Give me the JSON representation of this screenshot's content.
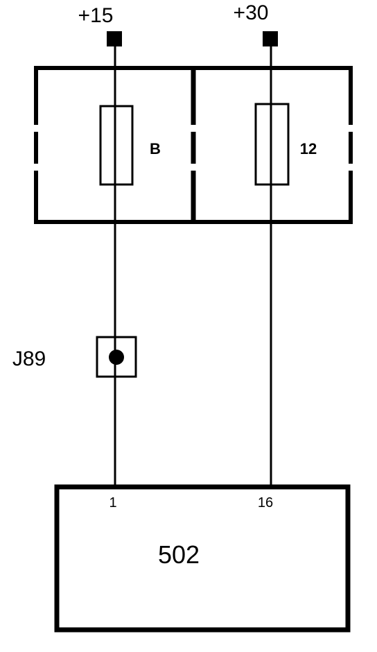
{
  "supplies": {
    "left": {
      "label": "+15"
    },
    "right": {
      "label": "+30"
    }
  },
  "fuses": {
    "left": {
      "label": "B"
    },
    "right": {
      "label": "12"
    }
  },
  "junction": {
    "label": "J89"
  },
  "module": {
    "label": "502",
    "pin_left": "1",
    "pin_right": "16"
  },
  "colors": {
    "line": "#000000",
    "background": "#ffffff"
  }
}
